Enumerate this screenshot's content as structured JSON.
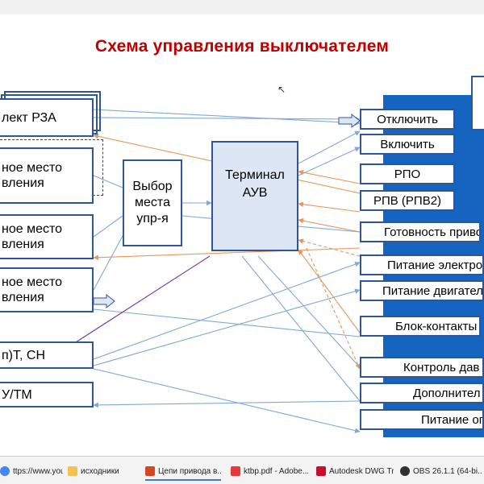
{
  "slide": {
    "title": "Схема управления выключателем",
    "left_boxes": [
      "лект РЗА",
      "ное место\nвления",
      "ное место\nвления",
      "ное место\nвления",
      "п)Т, СН",
      "У/ТМ"
    ],
    "center_boxes": {
      "select": "Выбор\nместа\nупр-я",
      "terminal": "Терминал\nАУВ"
    },
    "right_boxes": [
      "Отключить",
      "Включить",
      "РПО",
      "РПВ (РПВ2)",
      "Готовность приво",
      "Питание электро",
      "Питание двигател",
      "Блок-контакты",
      "Контроль дав",
      "Дополнител",
      "Питание оп"
    ],
    "colors": {
      "title": "#c00000",
      "box_border": "#2f5597",
      "terminal_fill": "#dce6f5",
      "panel": "#1565c0",
      "line_blue": "#7fa9d6",
      "line_orange": "#e8955a",
      "line_purple": "#7030a0"
    }
  },
  "taskbar": {
    "items": [
      {
        "label": "ttps://www.yout...",
        "icon": "chrome-icon"
      },
      {
        "label": "исходники",
        "icon": "folder-icon"
      },
      {
        "label": "Цепи привода в...",
        "icon": "powerpoint-icon"
      },
      {
        "label": "ktbp.pdf - Adobe...",
        "icon": "pdf-icon"
      },
      {
        "label": "Autodesk DWG Tr...",
        "icon": "autodesk-icon"
      },
      {
        "label": "OBS 26.1.1 (64-bi...",
        "icon": "obs-icon"
      }
    ]
  }
}
